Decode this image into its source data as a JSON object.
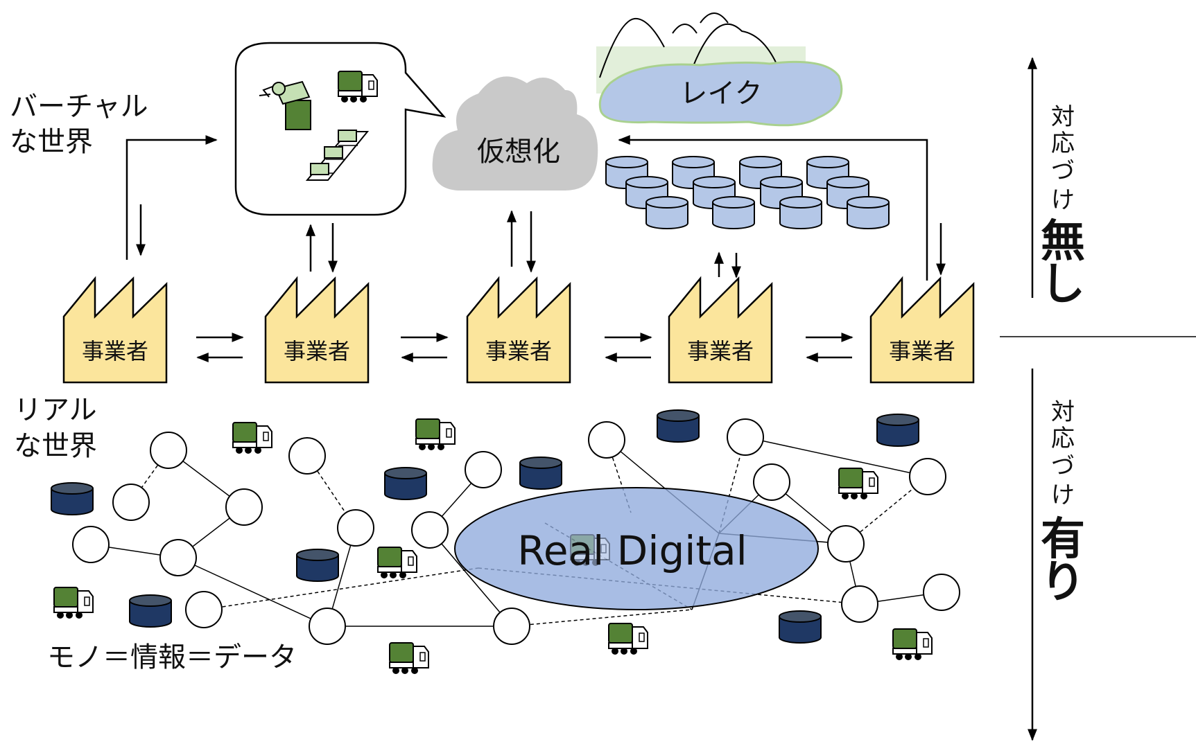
{
  "labels": {
    "virtual_world": [
      "バーチャル",
      "な世界"
    ],
    "real_world": [
      "リアル",
      "な世界"
    ],
    "formula": "モノ＝情報＝データ",
    "cloud": "仮想化",
    "lake": "レイク",
    "ellipse": "Real Digital",
    "business": "事業者"
  },
  "scale": {
    "top_small": [
      "対",
      "応",
      "づ",
      "け"
    ],
    "top_big": [
      "無",
      "し"
    ],
    "bottom_small": [
      "対",
      "応",
      "づ",
      "け"
    ],
    "bottom_big": [
      "有",
      "り"
    ]
  },
  "colors": {
    "factory_fill": "#fbe59c",
    "cylinder_light": "#b4c7e7",
    "cylinder_dark": "#1f3864",
    "lake_fill": "#b4c7e7",
    "lake_stroke": "#a9d18e",
    "meadow": "#e2efda",
    "cloud": "#c9c9c9",
    "ellipse": "#a5b8e3",
    "truck_green": "#548235",
    "machine_light": "#c5e0b4"
  }
}
